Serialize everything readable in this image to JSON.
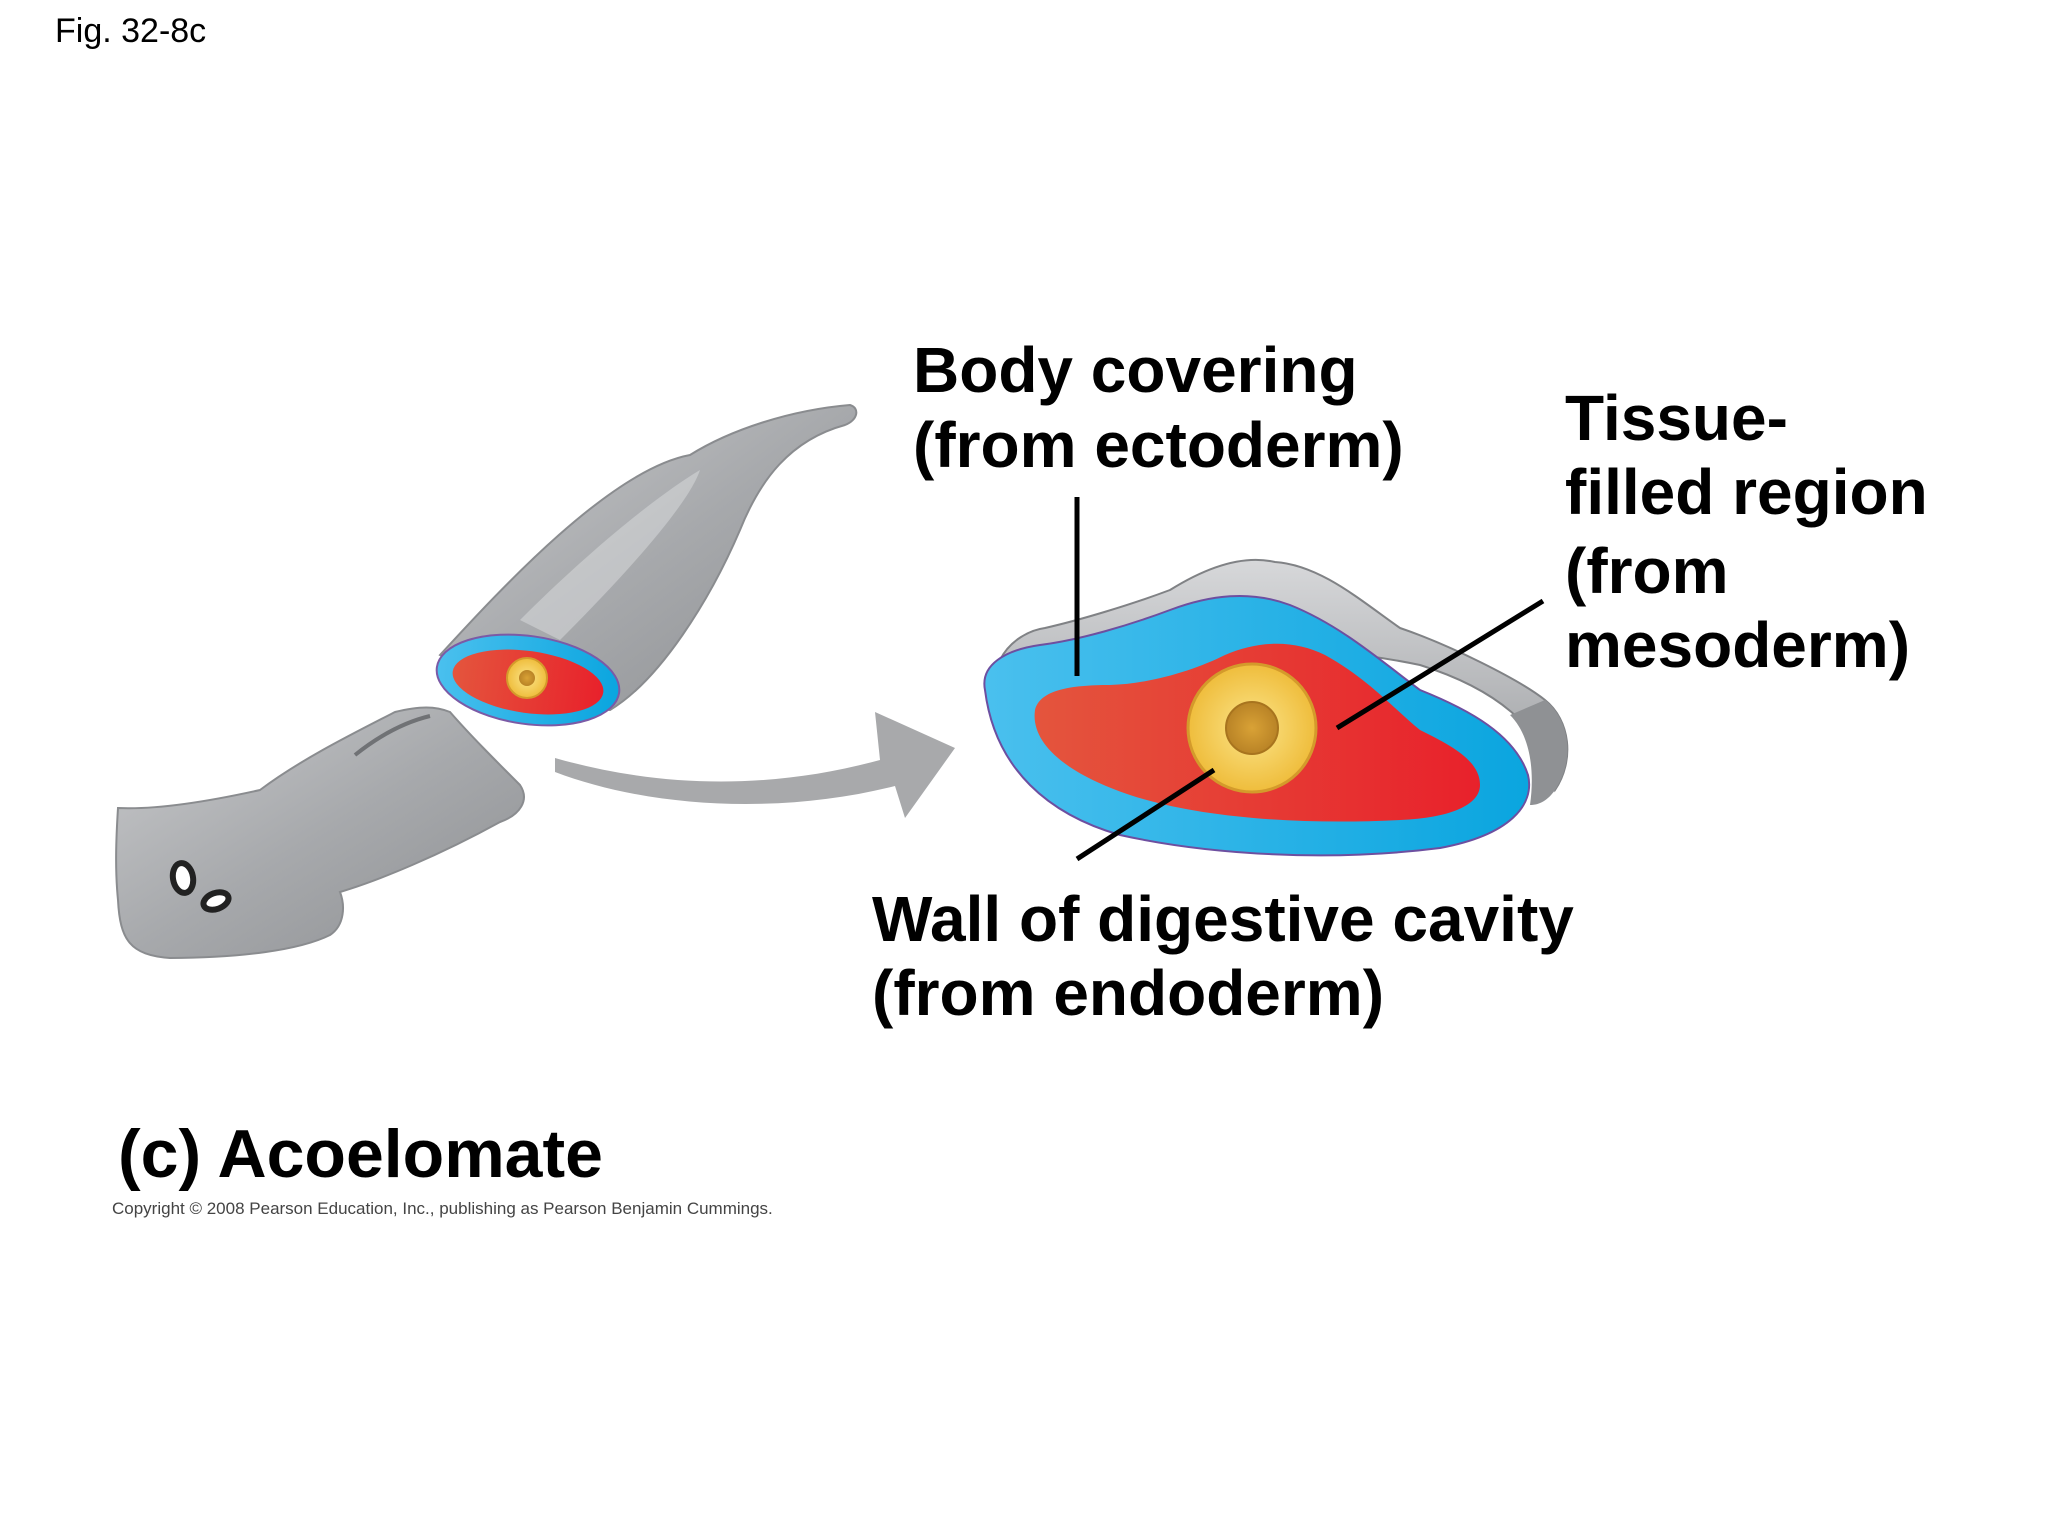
{
  "figure_label": "Fig. 32-8c",
  "labels": {
    "body_covering": [
      "Body covering",
      "(from ectoderm)"
    ],
    "tissue_filled": [
      "Tissue-",
      "filled region",
      "(from",
      "mesoderm)"
    ],
    "digestive_wall": [
      "Wall of digestive cavity",
      "(from endoderm)"
    ]
  },
  "panel_title": "(c) Acoelomate",
  "copyright": "Copyright © 2008 Pearson Education, Inc., publishing as Pearson Benjamin Cummings.",
  "colors": {
    "ectoderm": "#1fb0e6",
    "mesoderm": "#e8402f",
    "endoderm": "#f2c64a",
    "body_gray": "#a7a9ac",
    "arrow_gray": "#a8a9ab"
  }
}
